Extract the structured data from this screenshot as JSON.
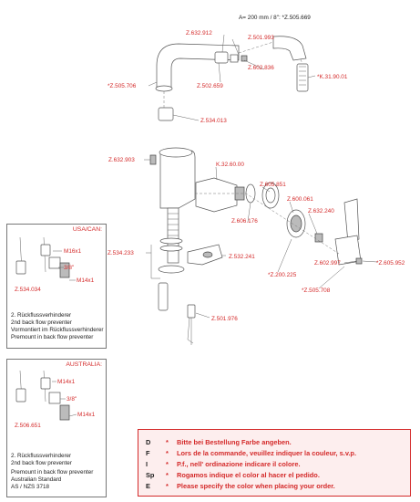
{
  "header": {
    "dimension_note": "A= 200 mm / 8\": *Z.505.669"
  },
  "part_labels": {
    "z632912": "Z.632.912",
    "z501993": "Z.501.993",
    "z502659": "Z.502.659",
    "z602836": "Z.602.836",
    "k319001": "*K.31.90.01",
    "z505706": "*Z.505.706",
    "z534013": "Z.534.013",
    "z632903": "Z.632.903",
    "k326000": "K.32.60.00",
    "z605851": "Z.605.851",
    "z600061": "Z.600.061",
    "z632240": "Z.632.240",
    "z606176": "Z.606.176",
    "z534233": "Z.534.233",
    "z532241": "Z.532.241",
    "z200225": "*Z.200.225",
    "z602997": "Z.602.997",
    "z605952": "*Z.605.952",
    "z505708": "*Z.505.708",
    "z501976": "Z.501.976"
  },
  "inset_usa": {
    "title": "USA/CAN:",
    "labels": {
      "m16": "M16x1",
      "threeeighths": "3/8\"",
      "m14": "M14x1",
      "part": "Z.534.034"
    },
    "notes": [
      "2. Rückflussverhinderer",
      "2nd back flow preventer",
      "Vormontiert im Rückflussverhinderer",
      "Premount in back flow preventer"
    ]
  },
  "inset_aus": {
    "title": "AUSTRALIA:",
    "labels": {
      "m14a": "M14x1",
      "threeeighths": "3/8\"",
      "m14b": "M14x1",
      "part": "Z.506.651"
    },
    "notes": [
      "2. Rückflussverhinderer",
      "2nd back flow preventer",
      "Premount in back flow preventer",
      "Australian Standard",
      "AS / NZS 3718"
    ]
  },
  "legend": [
    {
      "code": "D",
      "text": "Bitte bei Bestellung Farbe angeben."
    },
    {
      "code": "F",
      "text": "Lors de la commande, veuillez indiquer la couleur, s.v.p."
    },
    {
      "code": "I",
      "text": "P.f., nell' ordinazione indicare il colore."
    },
    {
      "code": "Sp",
      "text": "Rogamos indique el color al hacer el pedido."
    },
    {
      "code": "E",
      "text": "Please specify the color when placing your order."
    }
  ],
  "colors": {
    "accent": "#d42a2a",
    "legend_bg": "#fdeeee",
    "line": "#555555"
  }
}
